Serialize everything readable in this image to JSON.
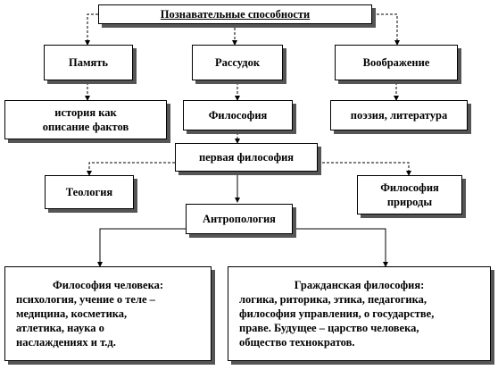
{
  "title": "Познавательные способности",
  "faculties": {
    "memory": "Память",
    "reason": "Рассудок",
    "imagination": "Воображение"
  },
  "disciplines": {
    "history_line1": "история как",
    "history_line2": "описание фактов",
    "philosophy": "Философия",
    "poetry": "поэзия, литература"
  },
  "first_philosophy": "первая философия",
  "branches": {
    "theology": "Теология",
    "nature_line1": "Философия",
    "nature_line2": "природы",
    "anthropology": "Антропология"
  },
  "human_philosophy": {
    "heading": "Философия человека:",
    "lines": [
      "психология, учение о теле –",
      "медицина, косметика,",
      "атлетика, наука о",
      "наслаждениях и т.д."
    ]
  },
  "civil_philosophy": {
    "heading": "Гражданская философия:",
    "lines": [
      "логика, риторика, этика, педагогика,",
      "философия управления, о государстве,",
      "праве. Будущее  – царство человека,",
      "общество технократов."
    ]
  }
}
